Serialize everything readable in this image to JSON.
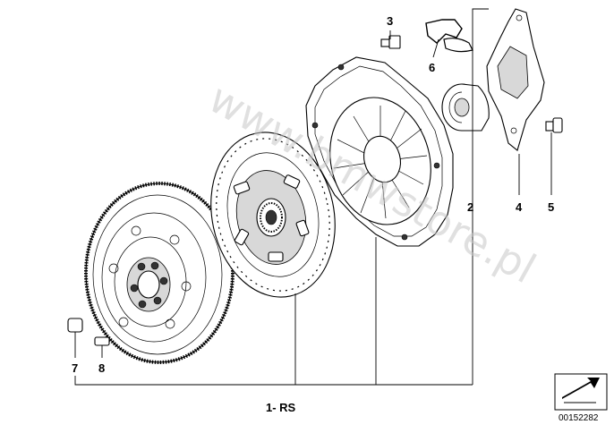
{
  "callouts": {
    "c1": "1- RS",
    "c2": "2",
    "c3": "3",
    "c4": "4",
    "c5": "5",
    "c6": "6",
    "c7": "7",
    "c8": "8"
  },
  "watermark": "www.bmwstore.pl",
  "diagram_code": "00152282",
  "icons": {
    "corner_badge": "exploded-view-arrow-icon"
  }
}
